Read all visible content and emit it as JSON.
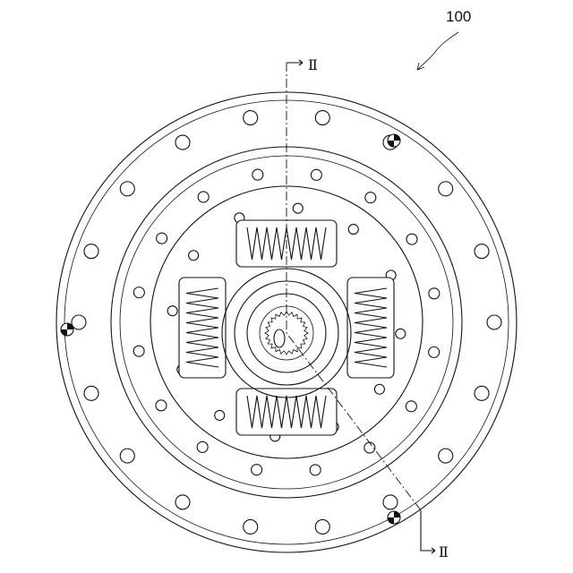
{
  "reference_number": "100",
  "section_label_top": "Ⅱ",
  "section_label_bottom": "Ⅱ"
}
